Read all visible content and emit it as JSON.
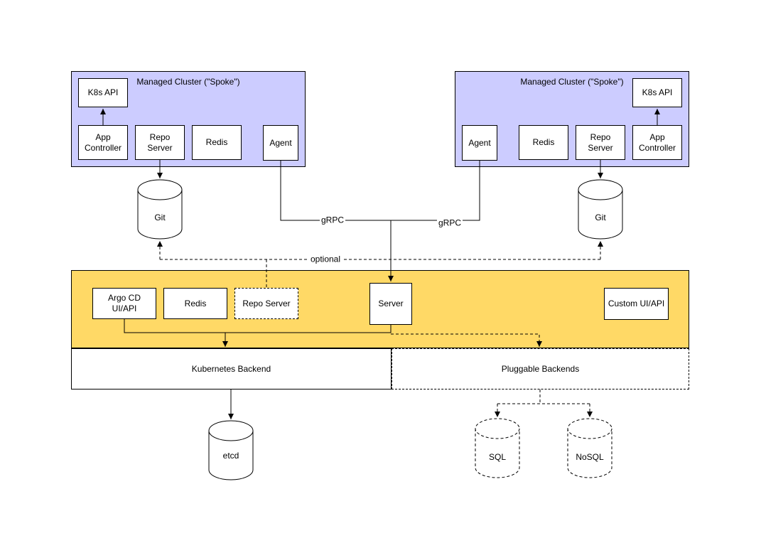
{
  "colors": {
    "cluster_fill": "#ccccff",
    "control_plane_fill": "#ffd966",
    "node_fill": "#ffffff",
    "stroke": "#000000"
  },
  "clusters": {
    "left_title": "Managed Cluster (\"Spoke\")",
    "right_title": "Managed Cluster (\"Spoke\")"
  },
  "nodes": {
    "left_k8s_api": "K8s API",
    "left_app_controller": "App Controller",
    "left_repo_server": "Repo Server",
    "left_redis": "Redis",
    "left_agent": "Agent",
    "right_agent": "Agent",
    "right_redis": "Redis",
    "right_repo_server": "Repo Server",
    "right_app_controller": "App Controller",
    "right_k8s_api": "K8s API",
    "argocd_ui_api": "Argo CD UI/API",
    "center_redis": "Redis",
    "center_repo_server": "Repo Server",
    "server": "Server",
    "custom_ui_api": "Custom UI/API"
  },
  "backends": {
    "kubernetes": "Kubernetes Backend",
    "pluggable": "Pluggable Backends"
  },
  "cylinders": {
    "git_left": "Git",
    "git_right": "Git",
    "etcd": "etcd",
    "sql": "SQL",
    "nosql": "NoSQL"
  },
  "edge_labels": {
    "grpc_left": "gRPC",
    "grpc_right": "gRPC",
    "optional": "optional"
  }
}
